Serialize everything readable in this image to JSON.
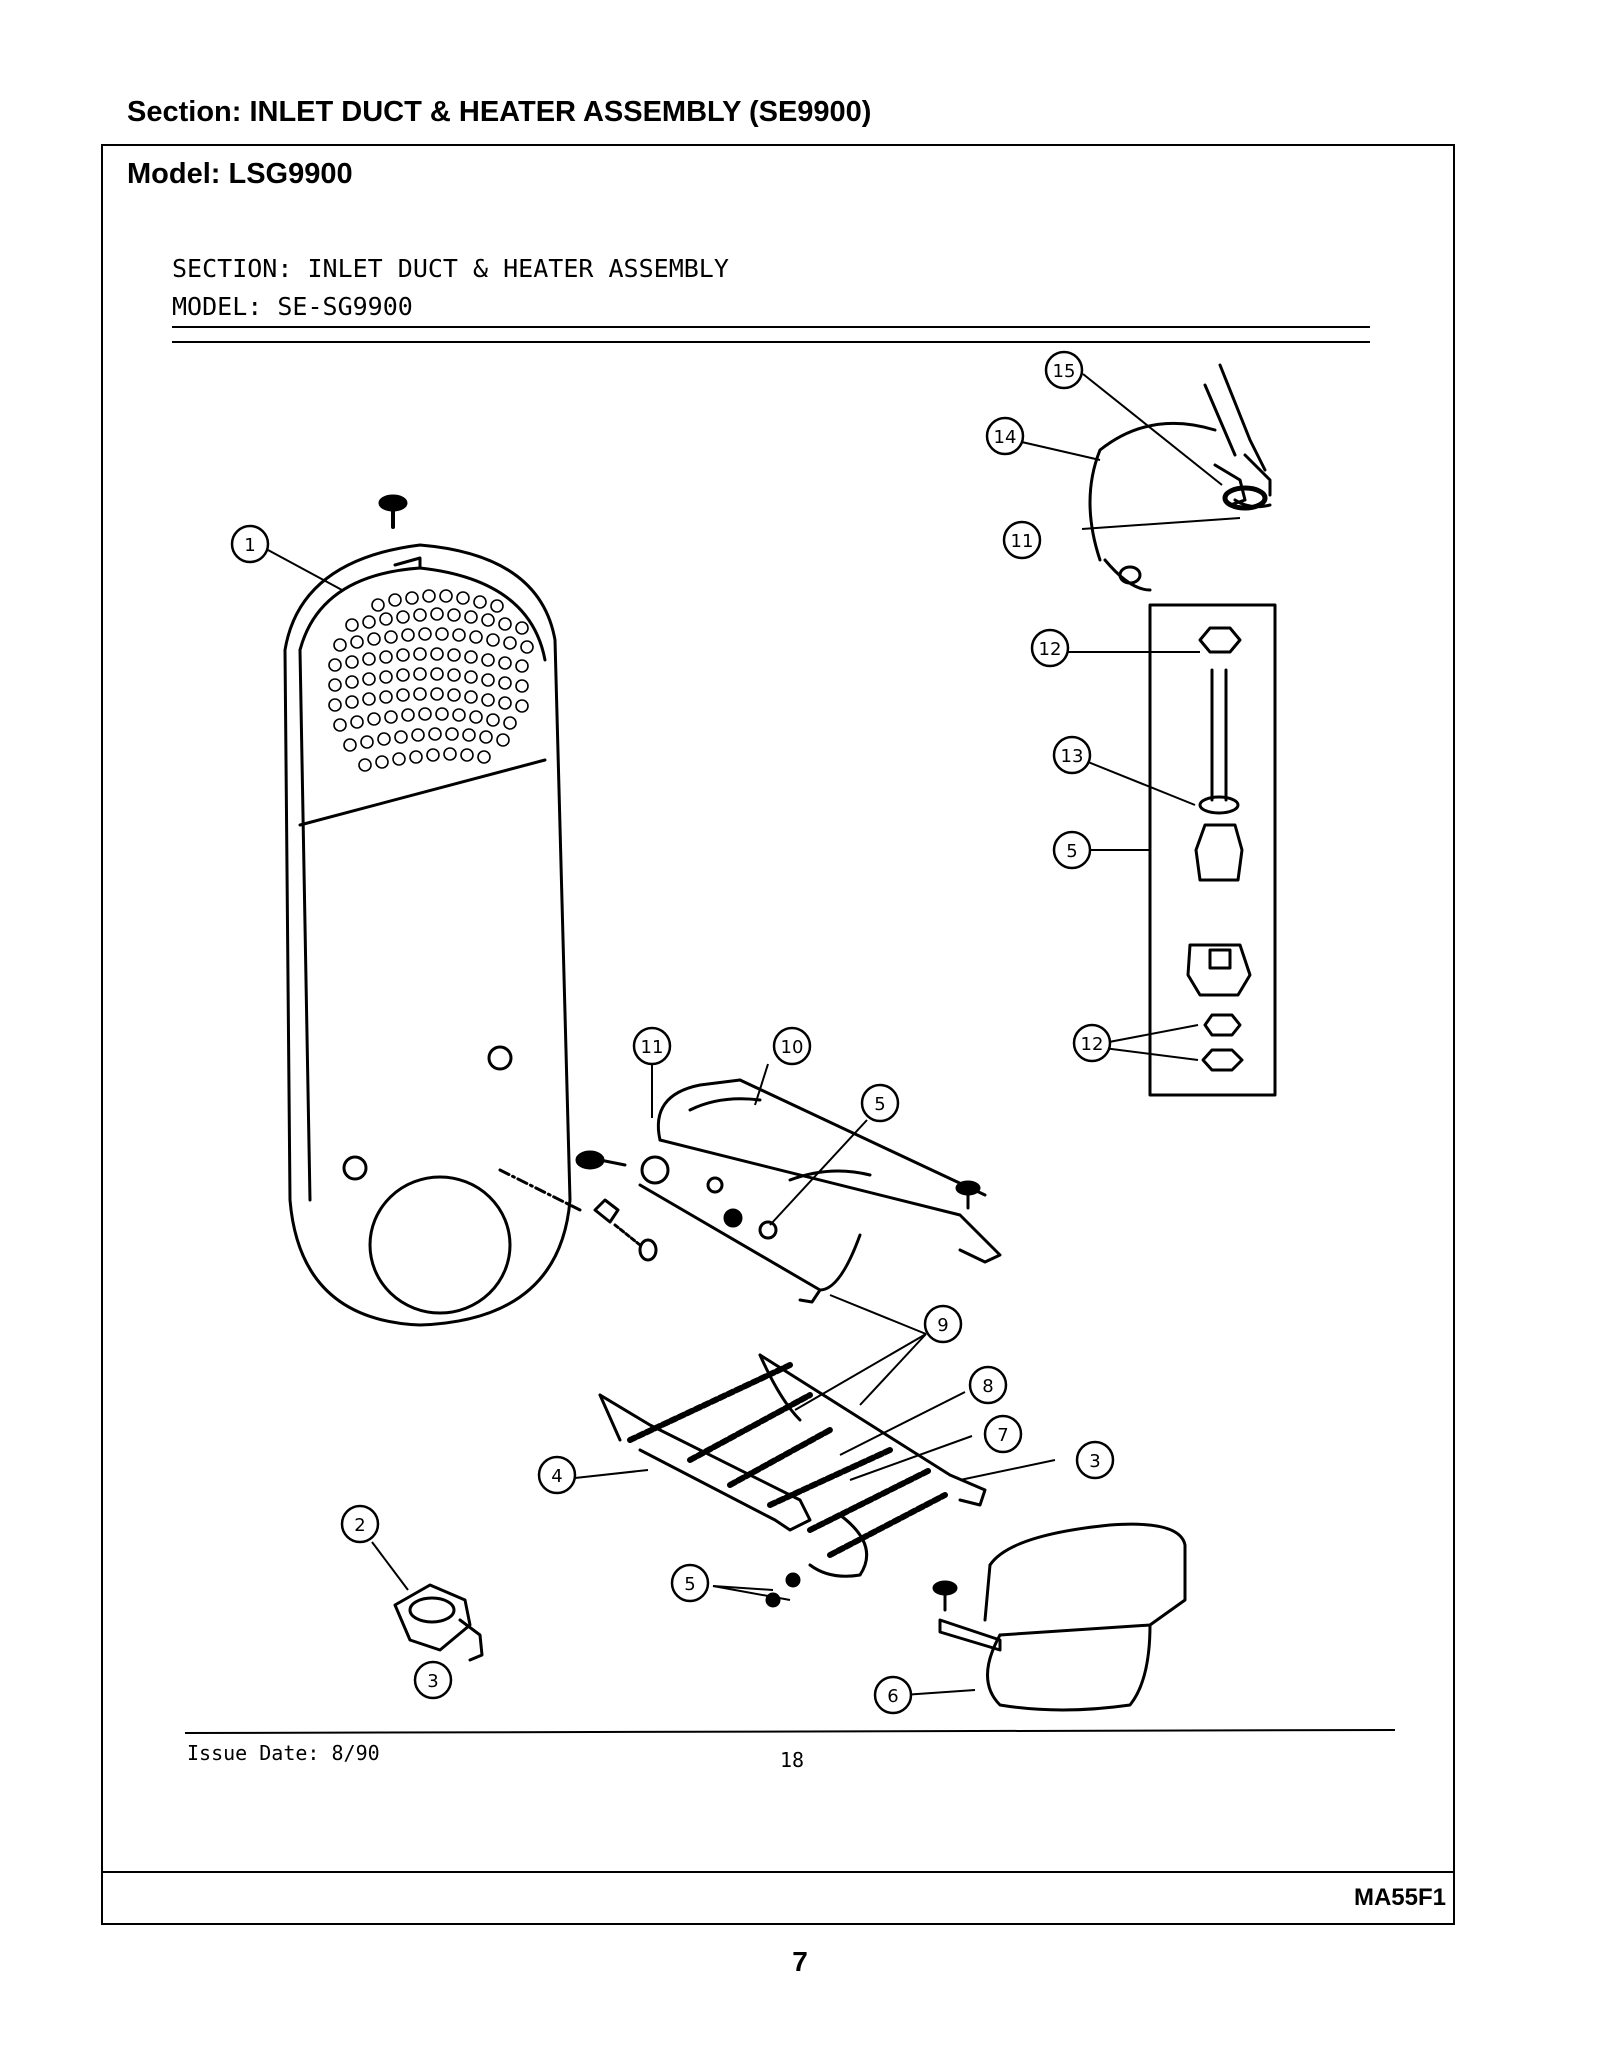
{
  "header": {
    "section_label": "Section:",
    "section_value": "INLET DUCT & HEATER ASSEMBLY (SE9900)",
    "model_label": "Model:",
    "model_value": "LSG9900"
  },
  "drawing": {
    "section_line": "SECTION:  INLET DUCT & HEATER ASSEMBLY",
    "model_line": "MODEL:  SE-SG9900",
    "issue_date": "Issue Date: 8/90",
    "sheet_number": "18"
  },
  "callouts": [
    "1",
    "2",
    "3",
    "3",
    "4",
    "5",
    "5",
    "5",
    "6",
    "7",
    "8",
    "9",
    "10",
    "11",
    "11",
    "12",
    "12",
    "13",
    "14",
    "15"
  ],
  "footer": {
    "doc_code": "MA55F1",
    "page_number": "7"
  }
}
